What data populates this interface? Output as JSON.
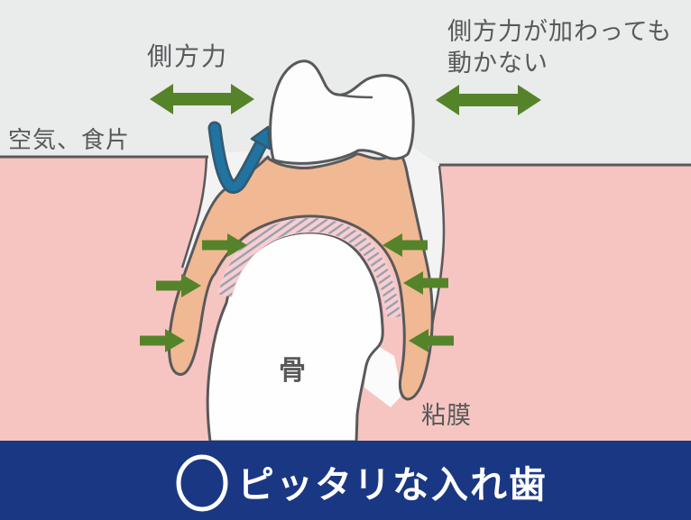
{
  "diagram": {
    "title_context": "denture-fit-cross-section",
    "labels": {
      "lateral_force": "側方力",
      "no_movement_line1": "側方力が加わっても",
      "no_movement_line2": "動かない",
      "air_food": "空気、食片",
      "bone": "骨",
      "mucosa": "粘膜"
    },
    "caption": {
      "mark": "circle-good-mark",
      "text": "ピッタリな入れ歯"
    },
    "colors": {
      "background": "#eaebeb",
      "air_gap": "#f3f3f4",
      "gum_pink": "#f6c5c1",
      "denture_base": "#f0b893",
      "mucosa_layer": "#f8ced2",
      "hatch_line": "#97a0ac",
      "bone_white": "#fefefe",
      "tooth_white": "#fdfdfd",
      "outline": "#58595b",
      "arrow_green": "#55832a",
      "arrow_blue": "#2173a1",
      "arrow_blue_outline": "#335a70",
      "banner_navy": "#1a3784",
      "label_text": "#58595b",
      "banner_text": "#ffffff"
    }
  }
}
